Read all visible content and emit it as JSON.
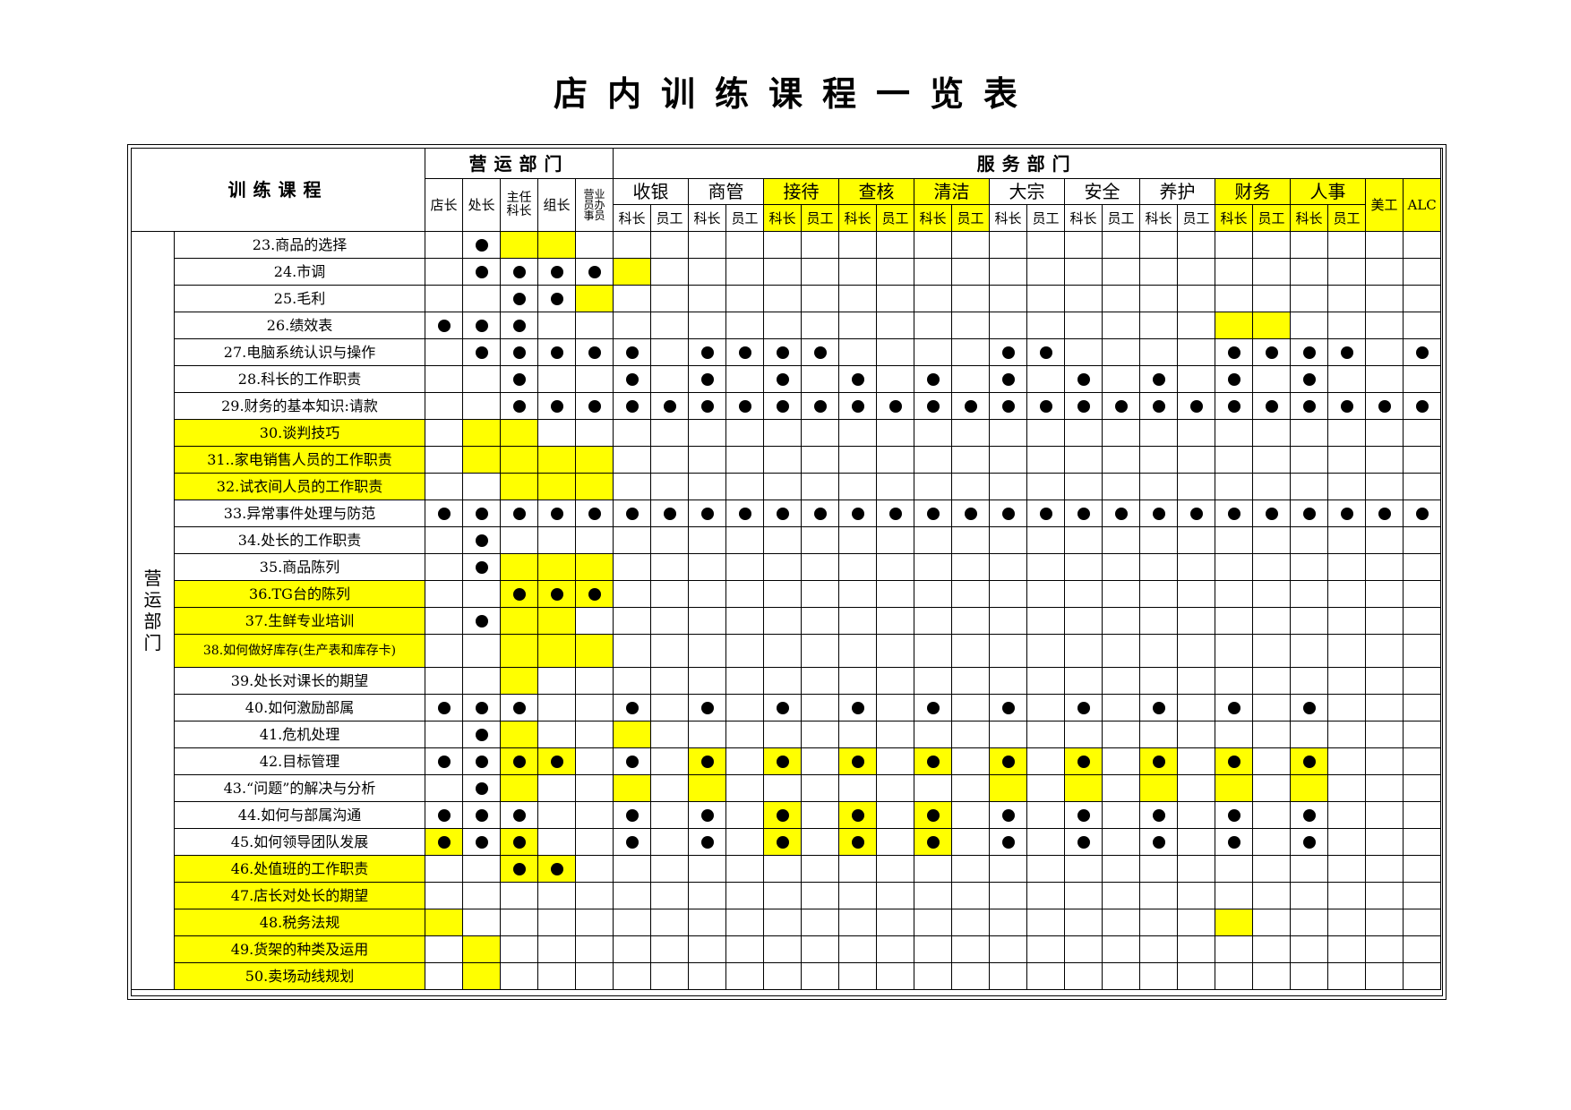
{
  "title": "店内训练课程一览表",
  "header": {
    "course_col": "训练课程",
    "ops_dept": "营运部门",
    "svc_dept": "服务部门",
    "ops_roles": [
      "店长",
      "处长",
      "主任科长",
      "组长",
      "营业员办事员"
    ],
    "svc_groups": [
      "收银",
      "商管",
      "接待",
      "查核",
      "清洁",
      "大宗",
      "安全",
      "养护",
      "财务",
      "人事"
    ],
    "svc_roles": [
      "科长",
      "员工"
    ],
    "meigong": "美工",
    "alc": "ALC",
    "side_label": "营运部门"
  },
  "columns": [
    "店长",
    "处长",
    "主任科长",
    "组长",
    "营业员办事员",
    "收银-科长",
    "收银-员工",
    "商管-科长",
    "商管-员工",
    "接待-科长",
    "接待-员工",
    "查核-科长",
    "查核-员工",
    "清洁-科长",
    "清洁-员工",
    "大宗-科长",
    "大宗-员工",
    "安全-科长",
    "安全-员工",
    "养护-科长",
    "养护-员工",
    "财务-科长",
    "财务-员工",
    "人事-科长",
    "人事-员工",
    "美工",
    "ALC"
  ],
  "highlight_color": "#ffff00",
  "rows": [
    {
      "label": "23.商品的选择",
      "hl": false,
      "dots": [
        1
      ],
      "yellow": [
        2,
        3
      ]
    },
    {
      "label": "24.市调",
      "hl": false,
      "dots": [
        1,
        2,
        3,
        4
      ],
      "yellow": [
        5
      ]
    },
    {
      "label": "25.毛利",
      "hl": false,
      "dots": [
        2,
        3
      ],
      "yellow": [
        4
      ]
    },
    {
      "label": "26.绩效表",
      "hl": false,
      "dots": [
        0,
        1,
        2
      ],
      "yellow": [
        21,
        22
      ]
    },
    {
      "label": "27.电脑系统认识与操作",
      "hl": false,
      "dots": [
        1,
        2,
        3,
        4,
        5,
        7,
        8,
        9,
        10,
        15,
        16,
        21,
        22,
        23,
        24,
        26
      ],
      "yellow": []
    },
    {
      "label": "28.科长的工作职责",
      "hl": false,
      "dots": [
        2,
        5,
        7,
        9,
        11,
        13,
        15,
        17,
        19,
        21,
        23
      ],
      "yellow": []
    },
    {
      "label": "29.财务的基本知识:请款",
      "hl": false,
      "dots": [
        2,
        3,
        4,
        5,
        6,
        7,
        8,
        9,
        10,
        11,
        12,
        13,
        14,
        15,
        16,
        17,
        18,
        19,
        20,
        21,
        22,
        23,
        24,
        25,
        26
      ],
      "yellow": []
    },
    {
      "label": "30.谈判技巧",
      "hl": true,
      "dots": [],
      "yellow": [
        1,
        2
      ]
    },
    {
      "label": "31..家电销售人员的工作职责",
      "hl": true,
      "dots": [],
      "yellow": [
        1,
        2,
        3,
        4
      ]
    },
    {
      "label": "32.试衣间人员的工作职责",
      "hl": true,
      "dots": [],
      "yellow": [
        2,
        3,
        4
      ]
    },
    {
      "label": "33.异常事件处理与防范",
      "hl": false,
      "dots": [
        0,
        1,
        2,
        3,
        4,
        5,
        6,
        7,
        8,
        9,
        10,
        11,
        12,
        13,
        14,
        15,
        16,
        17,
        18,
        19,
        20,
        21,
        22,
        23,
        24,
        25,
        26
      ],
      "yellow": []
    },
    {
      "label": "34.处长的工作职责",
      "hl": false,
      "dots": [
        1
      ],
      "yellow": []
    },
    {
      "label": "35.商品陈列",
      "hl": false,
      "dots": [
        1
      ],
      "yellow": [
        2,
        3,
        4
      ]
    },
    {
      "label": "36.TG台的陈列",
      "hl": true,
      "dots": [
        2,
        3,
        4
      ],
      "yellow": [
        2,
        3,
        4
      ]
    },
    {
      "label": "37.生鲜专业培训",
      "hl": true,
      "dots": [
        1
      ],
      "yellow": [
        2,
        3
      ]
    },
    {
      "label": "38.如何做好库存(生产表和库存卡)",
      "hl": true,
      "small": true,
      "dots": [],
      "yellow": [
        2,
        3,
        4
      ]
    },
    {
      "label": "39.处长对课长的期望",
      "hl": false,
      "dots": [],
      "yellow": [
        2
      ]
    },
    {
      "label": "40.如何激励部属",
      "hl": false,
      "dots": [
        0,
        1,
        2,
        5,
        7,
        9,
        11,
        13,
        15,
        17,
        19,
        21,
        23
      ],
      "yellow": []
    },
    {
      "label": "41.危机处理",
      "hl": false,
      "dots": [
        1
      ],
      "yellow": [
        2,
        5
      ]
    },
    {
      "label": "42.目标管理",
      "hl": false,
      "dots": [
        0,
        1,
        2,
        3,
        5,
        7,
        9,
        11,
        13,
        15,
        17,
        19,
        21,
        23
      ],
      "yellow": [
        2,
        3,
        7,
        9,
        11,
        13,
        15,
        17,
        19,
        21,
        23
      ]
    },
    {
      "label": "43.“问题”的解决与分析",
      "hl": false,
      "dots": [
        1
      ],
      "yellow": [
        2,
        5,
        7,
        15,
        17,
        19,
        21,
        23
      ]
    },
    {
      "label": "44.如何与部属沟通",
      "hl": false,
      "dots": [
        0,
        1,
        2,
        5,
        7,
        9,
        11,
        13,
        15,
        17,
        19,
        21,
        23
      ],
      "yellow": [
        9,
        11,
        13
      ]
    },
    {
      "label": "45.如何领导团队发展",
      "hl": false,
      "dots": [
        0,
        1,
        2,
        5,
        7,
        9,
        11,
        13,
        15,
        17,
        19,
        21,
        23
      ],
      "yellow": [
        0,
        2,
        9,
        11,
        13
      ]
    },
    {
      "label": "46.处值班的工作职责",
      "hl": true,
      "dots": [
        2,
        3
      ],
      "yellow": [
        2,
        3
      ]
    },
    {
      "label": "47.店长对处长的期望",
      "hl": true,
      "dots": [],
      "yellow": []
    },
    {
      "label": "48.税务法规",
      "hl": true,
      "dots": [],
      "yellow": [
        0,
        21
      ]
    },
    {
      "label": "49.货架的种类及运用",
      "hl": true,
      "dots": [],
      "yellow": [
        1
      ]
    },
    {
      "label": "50.卖场动线规划",
      "hl": true,
      "dots": [],
      "yellow": [
        1
      ]
    }
  ]
}
